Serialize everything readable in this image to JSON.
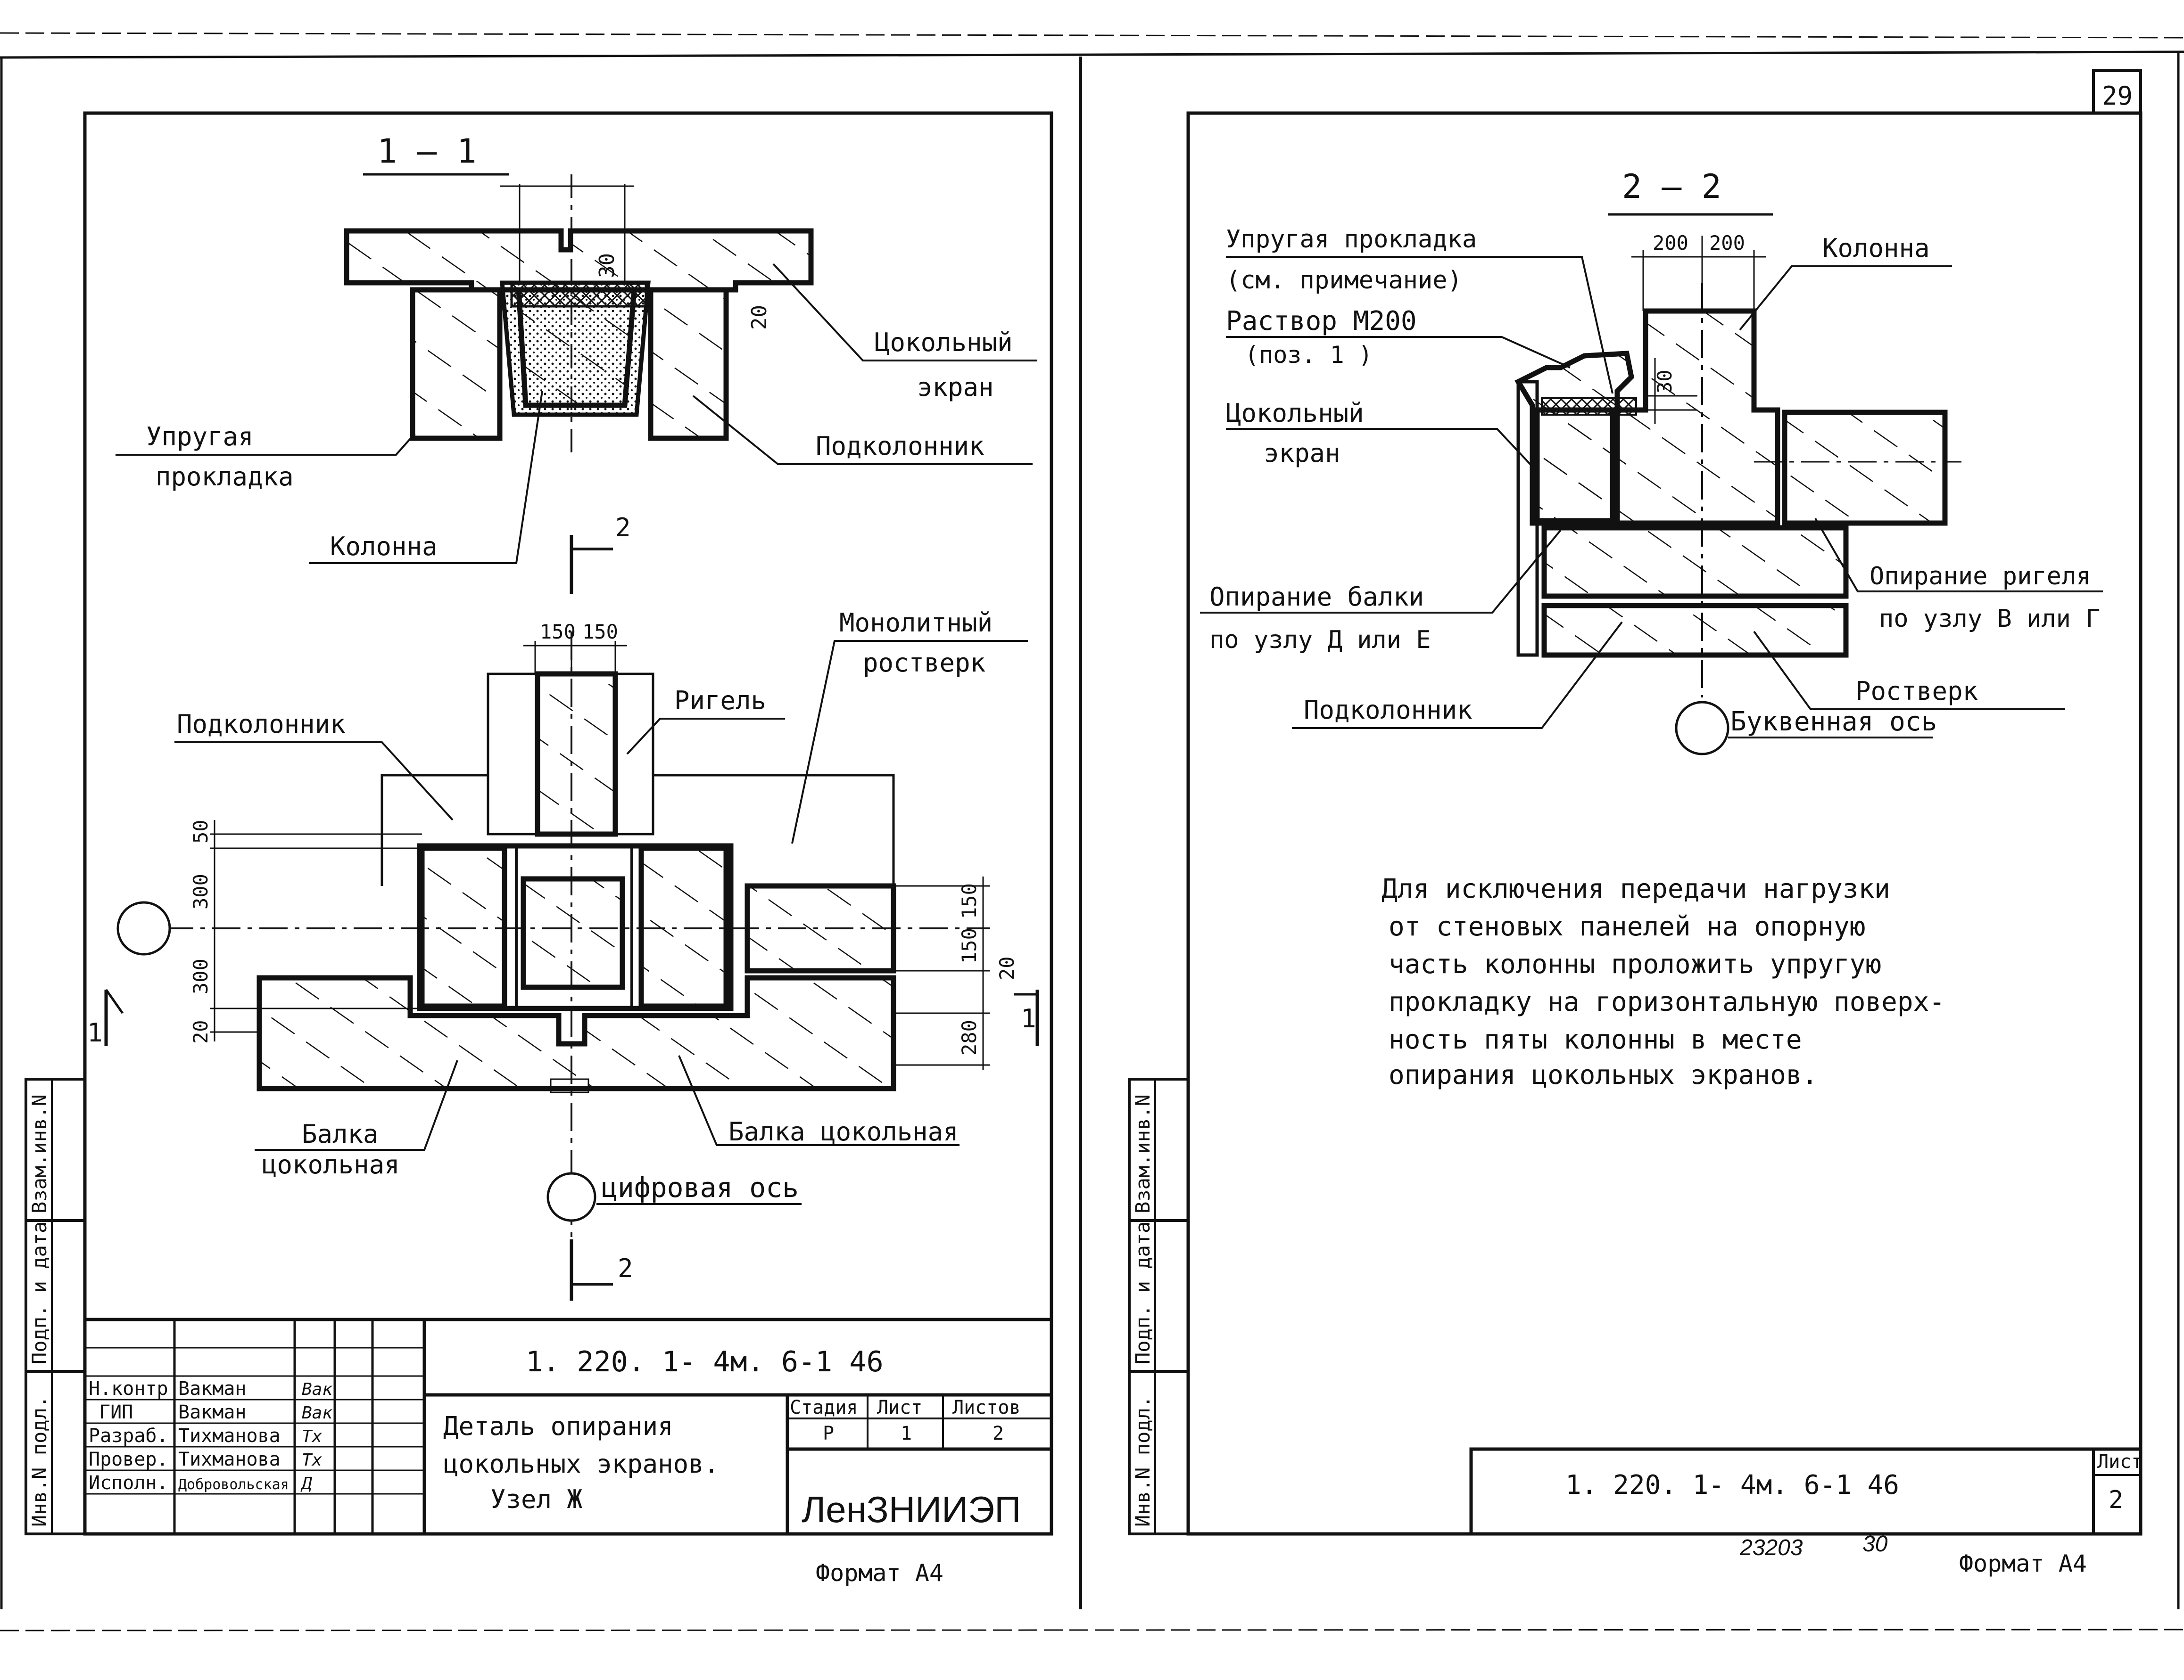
{
  "page_number": "29",
  "left_sheet": {
    "section_1_title": "1 — 1",
    "dims_1": {
      "d30": "30",
      "d20": "20"
    },
    "labels_1": {
      "ekran_1": "Цокольный",
      "ekran_2": "экран",
      "prokladka_1": "Упругая",
      "prokladka_2": "прокладка",
      "podkolonnik": "Подколонник",
      "kolonna": "Колонна"
    },
    "cut_2": "2",
    "plan_labels": {
      "rostverk_1": "Монолитный",
      "rostverk_2": "ростверк",
      "rigel": "Ригель",
      "podkolonnik": "Подколонник",
      "balka_left_1": "Балка",
      "balka_left_2": "цокольная",
      "balka_right": "Балка цокольная",
      "axis": "цифровая ось"
    },
    "plan_dims": {
      "d150a": "150",
      "d150b": "150",
      "d50": "50",
      "d300a": "300",
      "d300b": "300",
      "d20": "20",
      "r150a": "150",
      "r150b": "150",
      "r20": "20",
      "r280": "280"
    },
    "cut_1": "1",
    "side_stamp": [
      "Инв.N подл.",
      "Подп. и дата",
      "Взам.инв.N"
    ],
    "title_block": {
      "code": "1. 220. 1- 4м.   6-1         46",
      "rows": [
        {
          "role": "Н.контр",
          "name": "Вакман",
          "sign": "Вак"
        },
        {
          "role": "ГИП",
          "name": "Вакман",
          "sign": "Вак"
        },
        {
          "role": "Разраб.",
          "name": "Тихманова",
          "sign": "Тх"
        },
        {
          "role": "Провер.",
          "name": "Тихманова",
          "sign": "Тх"
        },
        {
          "role": "Исполн.",
          "name": "Добровольская",
          "sign": "Д"
        }
      ],
      "title_1": "Деталь   опирания",
      "title_2": "цокольных   экранов.",
      "title_3": "Узел  Ж",
      "col_stage": "Стадия",
      "col_sheet": "Лист",
      "col_sheets": "Листов",
      "val_stage": "Р",
      "val_sheet": "1",
      "val_sheets": "2",
      "org": "ЛенЗНИИЭП"
    },
    "format": "Формат А4"
  },
  "right_sheet": {
    "section_title": "2 — 2",
    "dims": {
      "d200a": "200",
      "d200b": "200",
      "d30": "30"
    },
    "labels": {
      "prokladka_1": "Упругая  прокладка",
      "prokladka_2": "(см. примечание)",
      "rastvor_1": "Раствор  М200",
      "rastvor_2": "(поз. 1 )",
      "ekran_1": "Цокольный",
      "ekran_2": "экран",
      "kolonna": "Колонна",
      "oporanie_balki_1": "Опирание балки",
      "oporanie_balki_2": "по узлу  Д  или  Е",
      "oporanie_rigelya_1": "Опирание ригеля",
      "oporanie_rigelya_2": "по узлу  В или Г",
      "rostverk": "Ростверк",
      "podkolonnik": "Подколонник",
      "axis": "Буквенная ось"
    },
    "note": [
      "Для   исключения   передачи   нагрузки",
      "от  стеновых   панелей  на  опорную",
      "часть   колонны  проложить  упругую",
      "прокладку   на  горизонтальную  поверх-",
      "ность   пяты   колонны   в   месте",
      "опирания  цокольных    экранов."
    ],
    "side_stamp": [
      "Инв.N подл.",
      "Подп. и дата",
      "Взам.инв.N"
    ],
    "code": "1. 220. 1- 4м.   6-1         46",
    "sheet_label": "Лист",
    "sheet_value": "2",
    "archive_1": "23203",
    "archive_2": "30",
    "format": "Формат А4"
  }
}
